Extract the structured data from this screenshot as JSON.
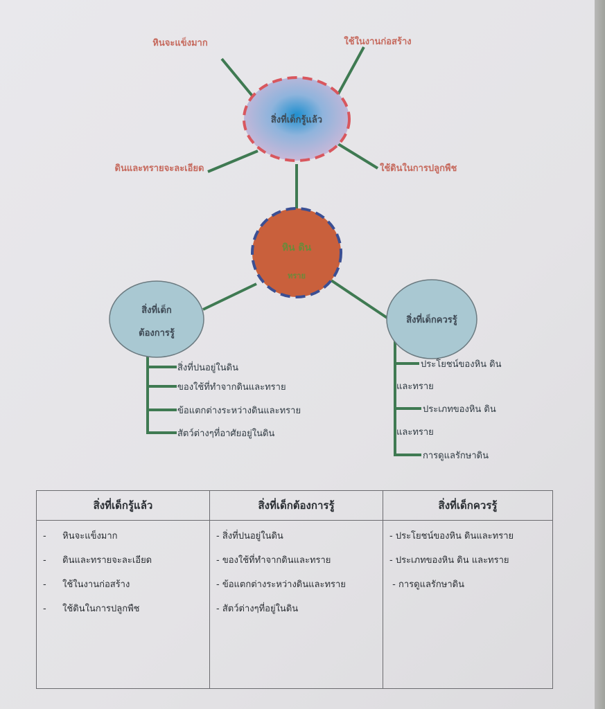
{
  "mindmap": {
    "known_bubble": {
      "label": "สิ่งที่เด็กรู้แล้ว",
      "branches": [
        "หินจะแข็งมาก",
        "ใช้ในงานก่อสร้าง",
        "ดินและทรายจะละเอียด",
        "ใช้ดินในการปลูกพืช"
      ]
    },
    "center": {
      "line1": "หิน  ดิน",
      "line2": "ทราย"
    },
    "want_bubble": {
      "line1": "สิ่งที่เด็ก",
      "line2": "ต้องการรู้",
      "items": [
        "สิ่งที่ปนอยู่ในดิน",
        "ของใช้ที่ทำจากดินและทราย",
        "ข้อแตกต่างระหว่างดินและทราย",
        "สัตว์ต่างๆที่อาศัยอยู่ในดิน"
      ]
    },
    "should_bubble": {
      "label": "สิ่งที่เด็กควรรู้",
      "items": [
        "ประโยชน์ของหิน ดิน",
        "และทราย",
        "ประเภทของหิน ดิน",
        "และทราย",
        "การดูแลรักษาดิน"
      ]
    }
  },
  "table": {
    "headers": [
      "สิ่งที่เด็กรู้แล้ว",
      "สิ่งที่เด็กต้องการรู้",
      "สิ่งที่เด็กควรรู้"
    ],
    "col1": [
      "หินจะแข็งมาก",
      "ดินและทรายจะละเอียด",
      "ใช้ในงานก่อสร้าง",
      "ใช้ดินในการปลูกพืช"
    ],
    "col2": [
      "สิ่งที่ปนอยู่ในดิน",
      "ของใช้ที่ทำจากดินและทราย",
      "ข้อแตกต่างระหว่างดินและทราย",
      "สัตว์ต่างๆที่อยู่ในดิน"
    ],
    "col3": [
      "ประโยชน์ของหิน ดินและทราย",
      "ประเภทของหิน ดิน และทราย",
      "การดูแลรักษาดิน"
    ],
    "dash": "-"
  },
  "colors": {
    "line": "#3f7a52",
    "orange": "#c9603c",
    "blue_circle": "#a9c8d2",
    "red_dash": "#d8575e",
    "blue_dash": "#3b4f93"
  }
}
